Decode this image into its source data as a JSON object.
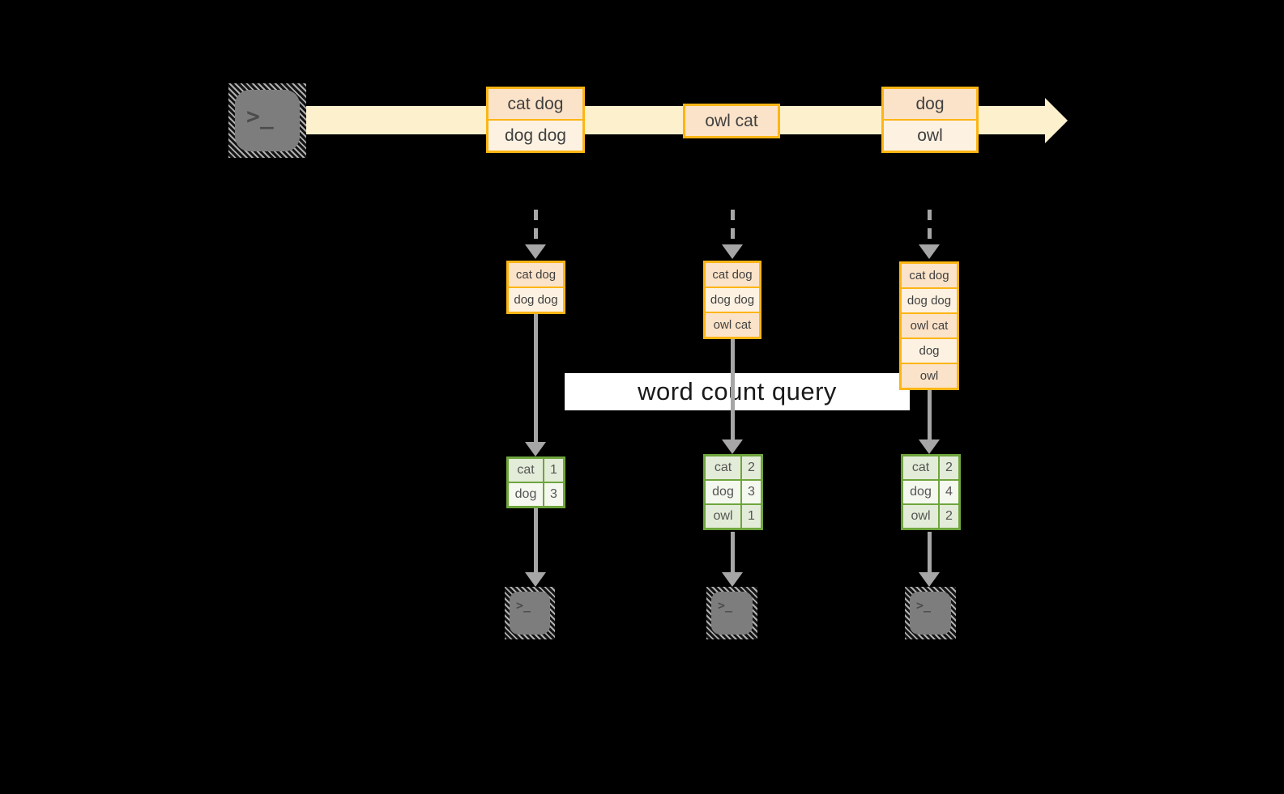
{
  "palette": {
    "background": "#000000",
    "band": "#fdf0cd",
    "event_border": "#fcb514",
    "event_fill_peach": "#fbe3c9",
    "event_fill_cream": "#fdf2e2",
    "table_border": "#6fa53d",
    "table_row_green": "#e3ecd8",
    "table_row_pale": "#f4f8ef",
    "arrow_gray": "#a6a6a6",
    "icon_gray": "#7d7d7d",
    "text_dark": "#404040",
    "banner_bg": "#ffffff",
    "banner_text": "#1a1a1a"
  },
  "source_icon": {
    "glyph": ">_"
  },
  "stream_boxes": [
    {
      "cells": [
        "cat dog",
        "dog dog"
      ]
    },
    {
      "cells": [
        "owl cat"
      ]
    },
    {
      "cells": [
        "dog",
        "owl"
      ]
    }
  ],
  "banner": {
    "label": "word count query"
  },
  "columns": [
    {
      "buffer": [
        "cat dog",
        "dog dog"
      ],
      "counts": [
        [
          "cat",
          "1"
        ],
        [
          "dog",
          "3"
        ]
      ]
    },
    {
      "buffer": [
        "cat dog",
        "dog dog",
        "owl cat"
      ],
      "counts": [
        [
          "cat",
          "2"
        ],
        [
          "dog",
          "3"
        ],
        [
          "owl",
          "1"
        ]
      ]
    },
    {
      "buffer": [
        "cat dog",
        "dog dog",
        "owl cat",
        "dog",
        "owl"
      ],
      "counts": [
        [
          "cat",
          "2"
        ],
        [
          "dog",
          "4"
        ],
        [
          "owl",
          "2"
        ]
      ]
    }
  ],
  "sink_icons": [
    {
      "glyph": ">_"
    },
    {
      "glyph": ">_"
    },
    {
      "glyph": ">_"
    }
  ]
}
